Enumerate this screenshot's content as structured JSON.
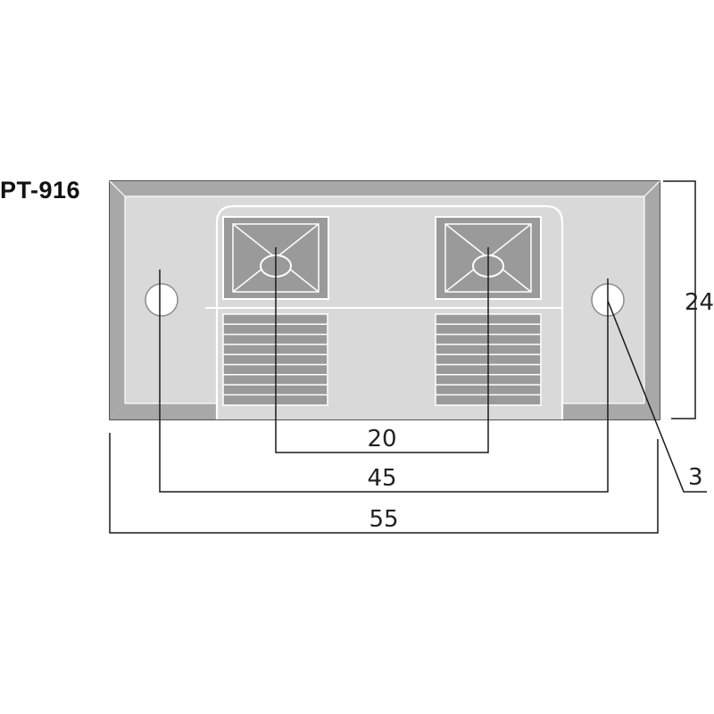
{
  "title": "PT-916",
  "dimensions": {
    "pin_spacing": "20",
    "hole_spacing": "45",
    "overall_width": "55",
    "height": "24",
    "hole_diameter": "3"
  },
  "colors": {
    "line": "#1a1a1a",
    "face": "#d9d9d9",
    "bevel": "#a8a8a8",
    "terminal_dark": "#9a9a9a",
    "white": "#ffffff"
  }
}
